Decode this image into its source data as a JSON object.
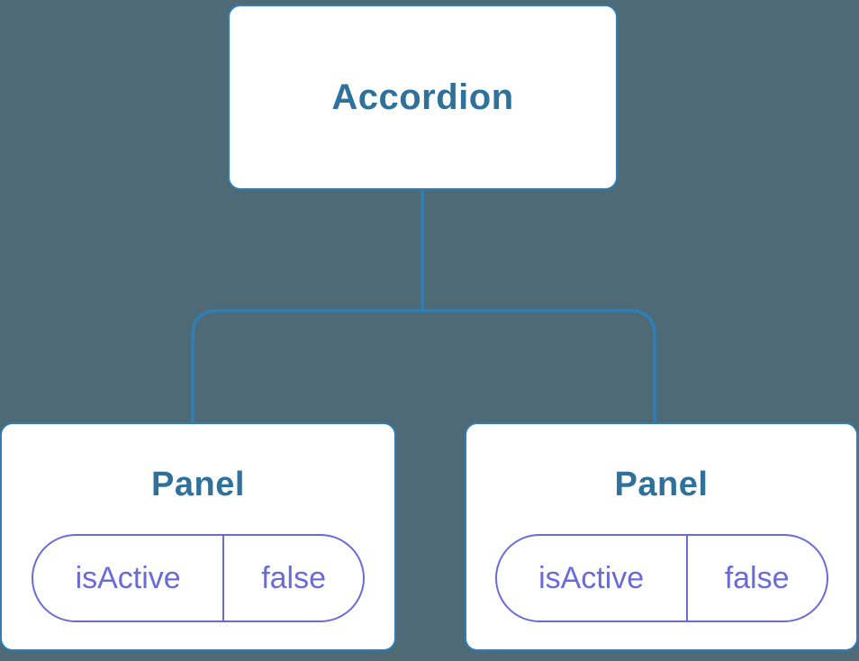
{
  "colors": {
    "background": "#4d6a76",
    "line": "#2f7eb6",
    "title_text": "#30719c",
    "pill": "#6a6bd8"
  },
  "tree": {
    "root": {
      "label": "Accordion"
    },
    "children": [
      {
        "label": "Panel",
        "state_key": "isActive",
        "state_value": "false"
      },
      {
        "label": "Panel",
        "state_key": "isActive",
        "state_value": "false"
      }
    ]
  }
}
